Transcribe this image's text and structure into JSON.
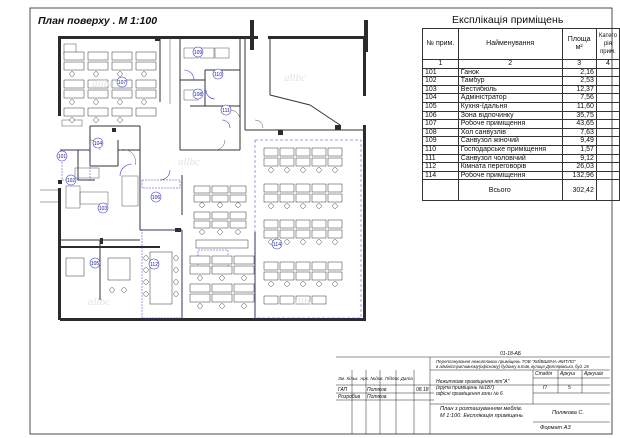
{
  "plan_title": "План поверху . М 1:100",
  "watermark": "allbc",
  "explication": {
    "title": "Експлікація приміщень",
    "headers": [
      "№ прим.",
      "Найменування",
      "Площа м²",
      "Катего рія прим."
    ],
    "header_numbers": [
      "1",
      "2",
      "3",
      "4"
    ],
    "rows": [
      {
        "num": "101",
        "name": "Ганок",
        "area": "2,16"
      },
      {
        "num": "102",
        "name": "Тамбур",
        "area": "2,53"
      },
      {
        "num": "103",
        "name": "Вестибюль",
        "area": "12,37"
      },
      {
        "num": "104",
        "name": "Адміністратор",
        "area": "7,56"
      },
      {
        "num": "105",
        "name": "Кухня-їдальня",
        "area": "11,60"
      },
      {
        "num": "106",
        "name": "Зона відпочинку",
        "area": "35,75"
      },
      {
        "num": "107",
        "name": "Робоче приміщення",
        "area": "43,65"
      },
      {
        "num": "108",
        "name": "Хол санвузлів",
        "area": "7,63"
      },
      {
        "num": "109",
        "name": "Санвузол жіночий",
        "area": "9,49"
      },
      {
        "num": "110",
        "name": "Господарське приміщення",
        "area": "1,57"
      },
      {
        "num": "111",
        "name": "Санвузол чоловічий",
        "area": "9,12"
      },
      {
        "num": "112",
        "name": "Кімната переговорів",
        "area": "26,03"
      },
      {
        "num": "114",
        "name": " Робоче приміщення",
        "area": "132,96"
      }
    ],
    "total_label": "Всього",
    "total_value": "302,42"
  },
  "room_labels": [
    "101",
    "102",
    "103",
    "104",
    "105",
    "106",
    "107",
    "108",
    "109",
    "110",
    "111",
    "112",
    "114"
  ],
  "stamp": {
    "code": "01-18-АБ",
    "project": "Перепланування нежитлових приміщень ТОВ \"КИЇВШИНА-ЖИТЛО\"",
    "location": "в адміністративному(офісному) будинку в.Київ, вулиця Дегтярівська, буд. 26",
    "object_line1": "Нежитлове приміщення літ\"А\"",
    "object_line2": "(група приміщень №187)",
    "object_line3": "офісні приміщення зони № 6",
    "sheet_desc_1": "План з розташуванням меблів.",
    "sheet_desc_2": "М 1:100. Експлікація приміщень",
    "col_stage": "Стадія",
    "col_sheet": "Аркуш",
    "col_sheets": "Аркушів",
    "stage_val": "П",
    "sheet_val": "5",
    "change_head": "Зм. Кільк. Арк. №док. Підпис Дата",
    "gap": "ГАП",
    "developer": "Розробив",
    "gap_name": "Поляков",
    "dev_name": "Поляков",
    "date": "08.18",
    "author": "Полякова С.",
    "format": "Формат А3"
  }
}
